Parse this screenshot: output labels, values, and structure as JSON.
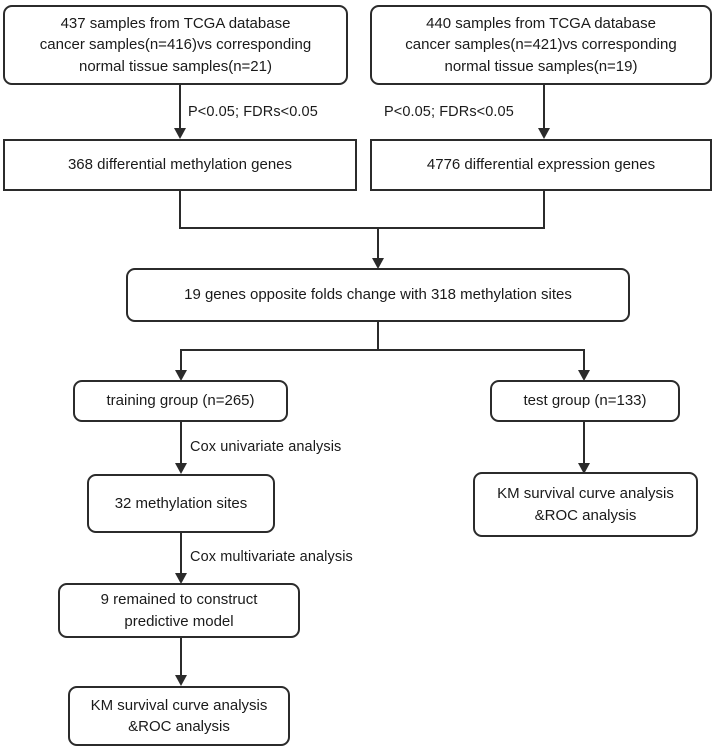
{
  "diagram": {
    "title": "Study design flowchart",
    "line_color": "#2b2b2b",
    "background": "#ffffff"
  },
  "nodes": {
    "methylation_cohort": "437 samples from TCGA database\ncancer samples(n=416)vs corresponding\nnormal tissue samples(n=21)",
    "expression_cohort": "440 samples from TCGA database\ncancer samples(n=421)vs corresponding\nnormal tissue samples(n=19)",
    "dm_genes": "368 differential methylation genes",
    "de_genes": "4776 differential expression genes",
    "opposite_folds": "19 genes opposite folds change with 318 methylation sites",
    "training_group": "training group (n=265)",
    "test_group": "test group (n=133)",
    "methylation_sites_32": "32 methylation sites",
    "km_roc_test": "KM survival curve analysis\n&ROC analysis",
    "predictive_model": "9 remained to construct\npredictive model",
    "km_roc_training": "KM survival curve analysis\n&ROC analysis"
  },
  "edge_labels": {
    "left_filter": "P<0.05; FDRs<0.05",
    "right_filter": "P<0.05; FDRs<0.05",
    "cox_univariate": "Cox univariate analysis",
    "cox_multivariate": "Cox multivariate analysis"
  }
}
